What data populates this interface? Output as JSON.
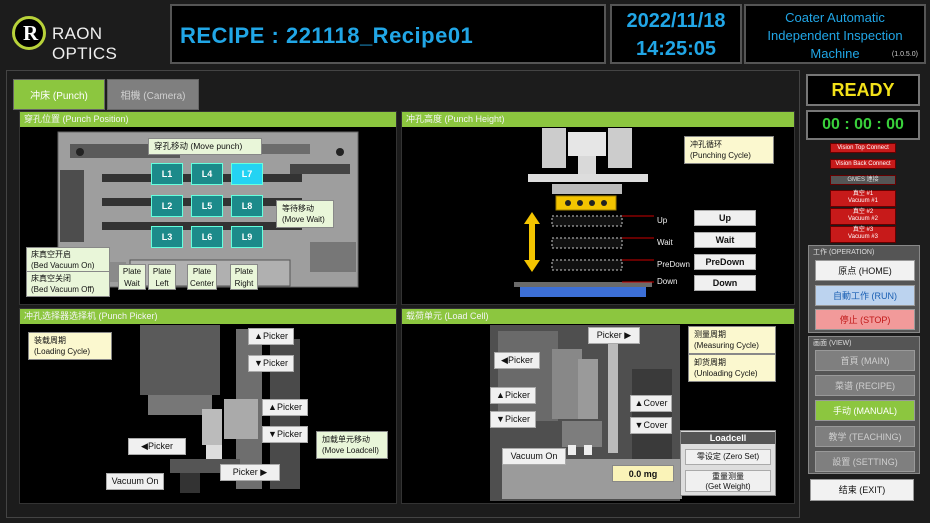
{
  "header": {
    "brand": "RAON OPTICS",
    "recipe_title": "RECIPE : 221118_Recipe01",
    "date": "2022/11/18",
    "time": "14:25:05",
    "machine_name": "Coater Automatic Independent Inspection Machine",
    "version": "(1.0.5.0)"
  },
  "tabs": [
    {
      "label": "冲床 (Punch)",
      "active": true
    },
    {
      "label": "相機 (Camera)",
      "active": false
    }
  ],
  "panels": {
    "position": {
      "title": "穿孔位置 (Punch Position)",
      "move_punch": "穿孔移动 (Move punch)",
      "cells": [
        "L1",
        "L4",
        "L7",
        "L2",
        "L5",
        "L8",
        "L3",
        "L6",
        "L9"
      ],
      "highlighted_cell": "L7",
      "move_wait": "等待移动\n(Move Wait)",
      "bed_vacuum_on": "床真空开启\n(Bed Vacuum On)",
      "bed_vacuum_off": "床真空关闭\n(Bed Vacuum Off)",
      "plates": [
        "Plate\nWait",
        "Plate\nLeft",
        "Plate\nCenter",
        "Plate\nRight"
      ]
    },
    "height": {
      "title": "冲孔高度 (Punch Height)",
      "punching_cycle": "冲孔循环\n(Punching Cycle)",
      "levels": [
        "Up",
        "Wait",
        "PreDown",
        "Down"
      ],
      "buttons": [
        "Up",
        "Wait",
        "PreDown",
        "Down"
      ]
    },
    "picker": {
      "title": "冲孔选择器选择机 (Punch Picker)",
      "loading_cycle": "装载周期\n(Loading Cycle)",
      "up_picker_1": "▲Picker",
      "down_picker_1": "▼Picker",
      "up_picker_2": "▲Picker",
      "down_picker_2": "▼Picker",
      "left_picker": "◀Picker",
      "right_picker": "Picker ▶",
      "vacuum_on": "Vacuum On",
      "move_loadcell": "加载单元移动\n(Move Loadcell)"
    },
    "loadcell": {
      "title": "载荷单元 (Load Cell)",
      "right_picker": "Picker ▶",
      "left_picker": "◀Picker",
      "up_picker": "▲Picker",
      "down_picker": "▼Picker",
      "up_cover": "▲Cover",
      "down_cover": "▼Cover",
      "vacuum_on": "Vacuum On",
      "measuring_cycle": "测量周期\n(Measuring Cycle)",
      "unloading_cycle": "卸货周期\n(Unloading Cycle)",
      "group_title": "Loadcell",
      "zero_set": "零设定 (Zero Set)",
      "get_weight": "重量测量\n(Get Weight)",
      "weight_value": "0.0 mg"
    }
  },
  "status": {
    "state": "READY",
    "timer": "00 : 00 : 00",
    "indicators": [
      {
        "label": "Vision Top Connect",
        "color": "#c71a1a"
      },
      {
        "label": "Vision Back Connect",
        "color": "#c71a1a"
      },
      {
        "label": "GMES 連接",
        "color": "#555555"
      },
      {
        "label": "真空 #1\nVacuum #1",
        "color": "#c71a1a"
      },
      {
        "label": "真空 #2\nVacuum #2",
        "color": "#c71a1a"
      },
      {
        "label": "真空 #3\nVacuum #3",
        "color": "#c71a1a"
      }
    ]
  },
  "operation": {
    "title": "工作 (OPERATION)",
    "home": "原点 (HOME)",
    "run": "自動工作 (RUN)",
    "stop": "停止 (STOP)"
  },
  "view": {
    "title": "画面 (VIEW)",
    "main": "首頁 (MAIN)",
    "recipe": "菜谱 (RECIPE)",
    "manual": "手动 (MANUAL)",
    "teaching": "教学 (TEACHING)",
    "setting": "設置 (SETTING)"
  },
  "exit": "结束 (EXIT)"
}
